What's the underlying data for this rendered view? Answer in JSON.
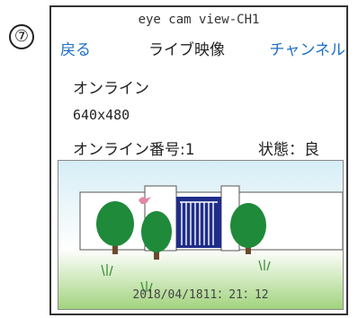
{
  "step_marker": "⑦",
  "window": {
    "title": "eye cam view-CH1"
  },
  "nav": {
    "back_label": "戻る",
    "title": "ライブ映像",
    "channel_label": "チャンネル"
  },
  "info": {
    "status": "オンライン",
    "resolution": "640x480",
    "online_number": "オンライン番号:1",
    "state": "状態：良"
  },
  "camera": {
    "timestamp": "2018/04/1811：21：12"
  },
  "colors": {
    "link": "#1e6fc8",
    "sky": "#d6eef6",
    "grass": "#9fd27a",
    "tree": "#1f8a3a",
    "trunk": "#6b4a2b",
    "gate": "#1f2d8a",
    "bird": "#e08aa2"
  }
}
